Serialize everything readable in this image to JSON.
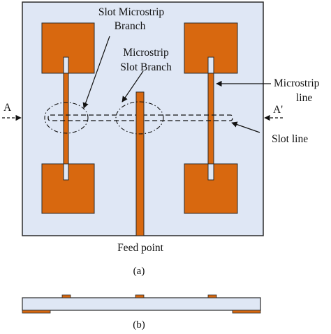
{
  "colors": {
    "substrate": "#dfe7f5",
    "copper": "#d8680f",
    "outline": "#2b2b2b"
  },
  "labels": {
    "slot_microstrip_branch_1": "Slot Microstrip",
    "slot_microstrip_branch_2": "Branch",
    "microstrip_slot_branch_1": "Microstrip",
    "microstrip_slot_branch_2": "Slot Branch",
    "microstrip_line_1": "Microstrip",
    "microstrip_line_2": "line",
    "slot_line": "Slot line",
    "section_left": "A",
    "section_right": "A'",
    "feed_point": "Feed point",
    "caption_a": "(a)",
    "caption_b": "(b)"
  }
}
